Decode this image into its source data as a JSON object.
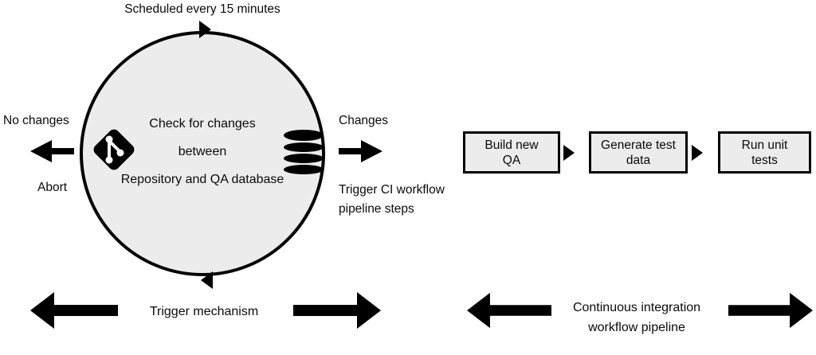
{
  "colors": {
    "background": "#ffffff",
    "shape_fill": "#ececec",
    "stroke": "#000000"
  },
  "scheduler": {
    "label": "Scheduled every 15 minutes"
  },
  "check_loop": {
    "line1": "Check for changes",
    "line2": "between",
    "line3": "Repository and QA database",
    "left_icon": "git-repository",
    "right_icon": "qa-database"
  },
  "no_changes_branch": {
    "label": "No changes",
    "sublabel": "Abort"
  },
  "changes_branch": {
    "label": "Changes",
    "sublabel_line1": "Trigger CI workflow",
    "sublabel_line2": "pipeline steps"
  },
  "pipeline": {
    "steps": [
      {
        "line1": "Build new",
        "line2": "QA"
      },
      {
        "line1": "Generate test",
        "line2": "data"
      },
      {
        "line1": "Run unit",
        "line2": "tests"
      }
    ]
  },
  "legend_left": {
    "label": "Trigger mechanism"
  },
  "legend_right": {
    "line1": "Continuous integration",
    "line2": "workflow pipeline"
  }
}
